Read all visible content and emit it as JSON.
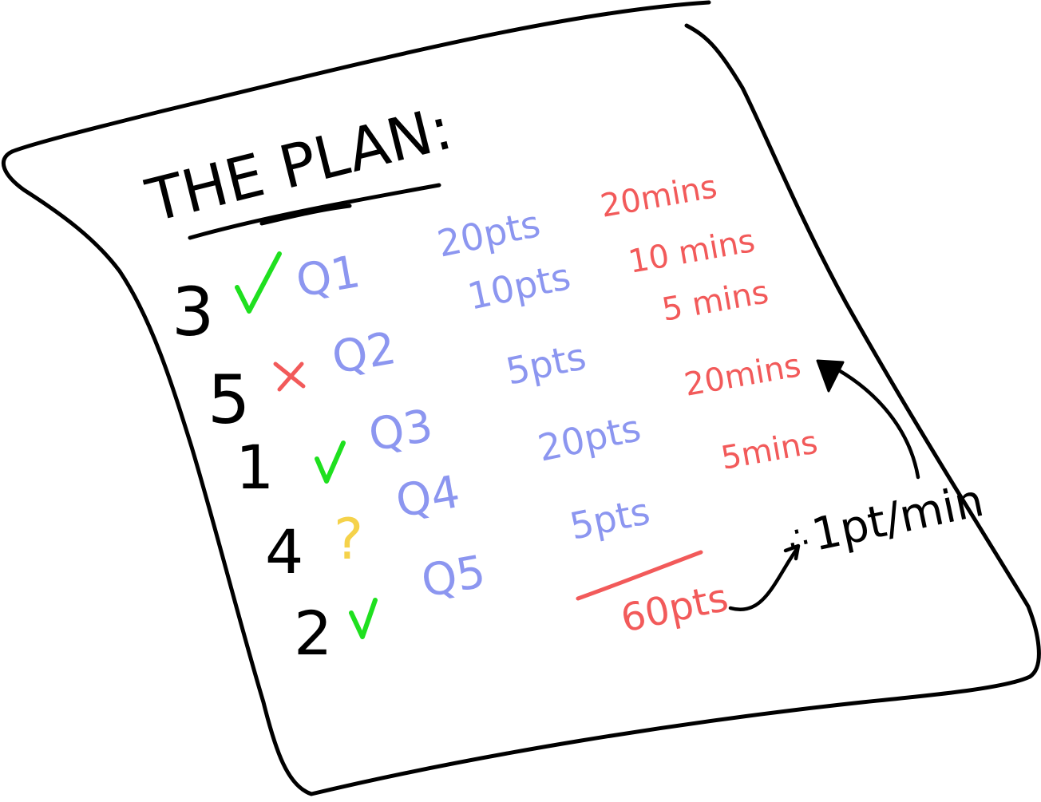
{
  "title": "THE PLAN:",
  "colors": {
    "ink": "#000000",
    "points": "#8c96f0",
    "minutes": "#f25a5a",
    "check": "#1fe01f",
    "cross": "#f25a5a",
    "question": "#f5d24a"
  },
  "rows": [
    {
      "order": "3",
      "mark": "check",
      "question": "Q1"
    },
    {
      "order": "5",
      "mark": "cross",
      "question": "Q2"
    },
    {
      "order": "1",
      "mark": "check",
      "question": "Q3"
    },
    {
      "order": "4",
      "mark": "question",
      "question": "Q4"
    },
    {
      "order": "2",
      "mark": "check",
      "question": "Q5"
    }
  ],
  "points": [
    "20pts",
    "10pts",
    "5pts",
    "20pts",
    "5pts"
  ],
  "minutes": [
    "20mins",
    "10 mins",
    "5 mins",
    "20mins",
    "5mins"
  ],
  "total": "60pts",
  "rate_prefix": "∴",
  "rate": "1pt/min",
  "question_mark": "?"
}
